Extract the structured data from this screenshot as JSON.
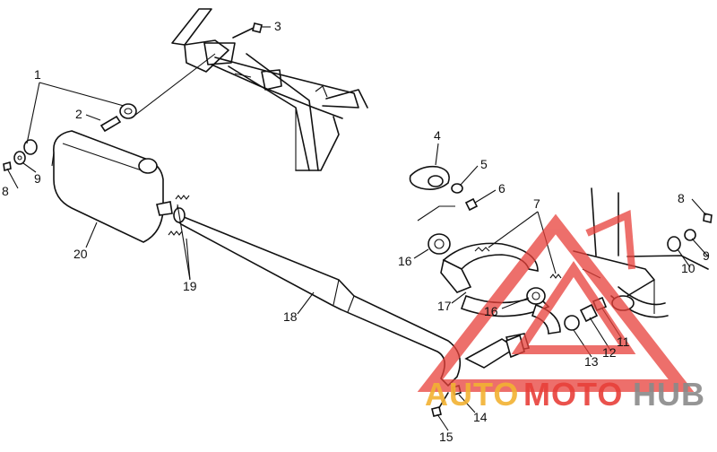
{
  "diagram": {
    "callouts": [
      "1",
      "2",
      "3",
      "4",
      "5",
      "6",
      "7",
      "8",
      "9",
      "10",
      "11",
      "12",
      "13",
      "14",
      "15",
      "16",
      "17",
      "18",
      "19",
      "20"
    ],
    "callout_labels": {
      "c1": "1",
      "c2": "2",
      "c3": "3",
      "c4": "4",
      "c5": "5",
      "c6": "6",
      "c7": "7",
      "c8_left": "8",
      "c9_left": "9",
      "c8_right": "8",
      "c9_right": "9",
      "c10": "10",
      "c11": "11",
      "c12": "12",
      "c13": "13",
      "c14": "14",
      "c15": "15",
      "c16_left": "16",
      "c16_mid": "16",
      "c17": "17",
      "c18": "18",
      "c19": "19",
      "c20": "20"
    }
  },
  "watermark": {
    "part1": "AUTO",
    "part2": "MOTO",
    "part3": "HUB",
    "colors": {
      "auto": "#f2b233",
      "moto": "#e8403a",
      "hub": "#8a8a8a",
      "triangle": "#e8403a"
    }
  }
}
